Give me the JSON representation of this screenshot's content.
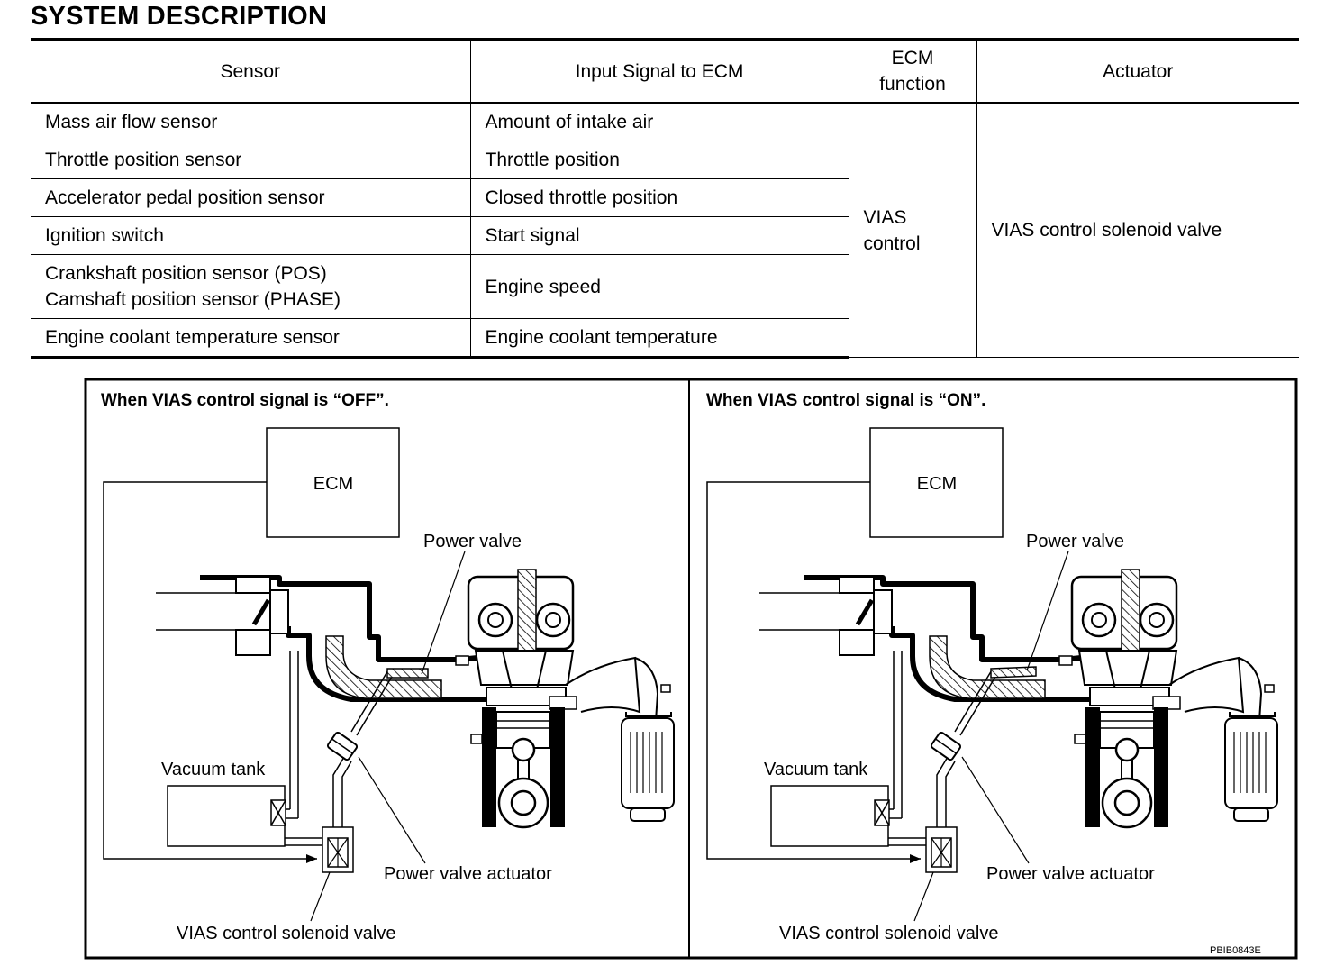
{
  "title": "SYSTEM DESCRIPTION",
  "table": {
    "headers": {
      "sensor": "Sensor",
      "input": "Input Signal to ECM",
      "function_line1": "ECM",
      "function_line2": "function",
      "actuator": "Actuator"
    },
    "rows": [
      {
        "sensor": "Mass air flow sensor",
        "input": "Amount of intake air"
      },
      {
        "sensor": "Throttle position sensor",
        "input": "Throttle position"
      },
      {
        "sensor": "Accelerator pedal position sensor",
        "input": "Closed throttle position"
      },
      {
        "sensor": "Ignition switch",
        "input": "Start signal"
      },
      {
        "sensor": "Crankshaft position sensor (POS)",
        "sensor_line2": "Camshaft position sensor (PHASE)",
        "input": "Engine speed"
      },
      {
        "sensor": "Engine coolant temperature sensor",
        "input": "Engine coolant temperature"
      }
    ],
    "ecm_function_line1": "VIAS",
    "ecm_function_line2": "control",
    "actuator": "VIAS control solenoid valve"
  },
  "diagram": {
    "panels": [
      {
        "heading": "When VIAS control signal is “OFF”.",
        "state": "off"
      },
      {
        "heading": "When VIAS control signal is “ON”.",
        "state": "on"
      }
    ],
    "labels": {
      "ecm": "ECM",
      "power_valve": "Power valve",
      "vacuum_tank": "Vacuum tank",
      "power_valve_actuator": "Power valve actuator",
      "solenoid_valve": "VIAS control solenoid valve"
    },
    "reference_code": "PBIB0843E"
  }
}
